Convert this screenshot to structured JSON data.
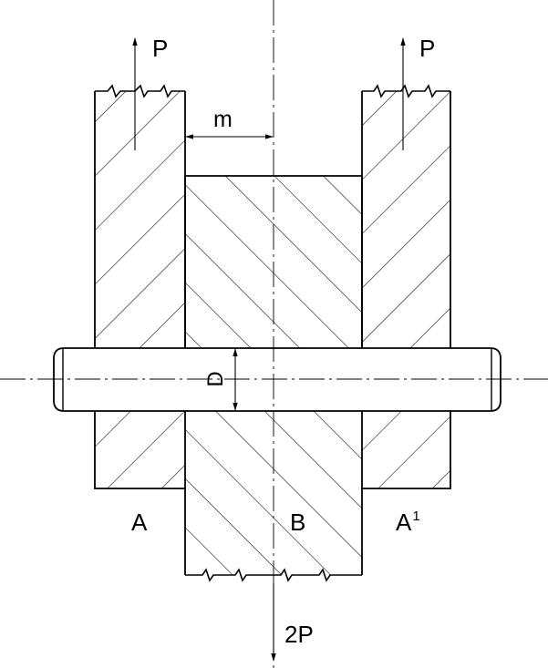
{
  "labels": {
    "force_left": "P",
    "force_right": "P",
    "gap": "m",
    "diameter": "D",
    "part_left": "A",
    "part_middle": "B",
    "part_right": "A",
    "part_right_superscript": "1",
    "force_bottom": "2P"
  }
}
